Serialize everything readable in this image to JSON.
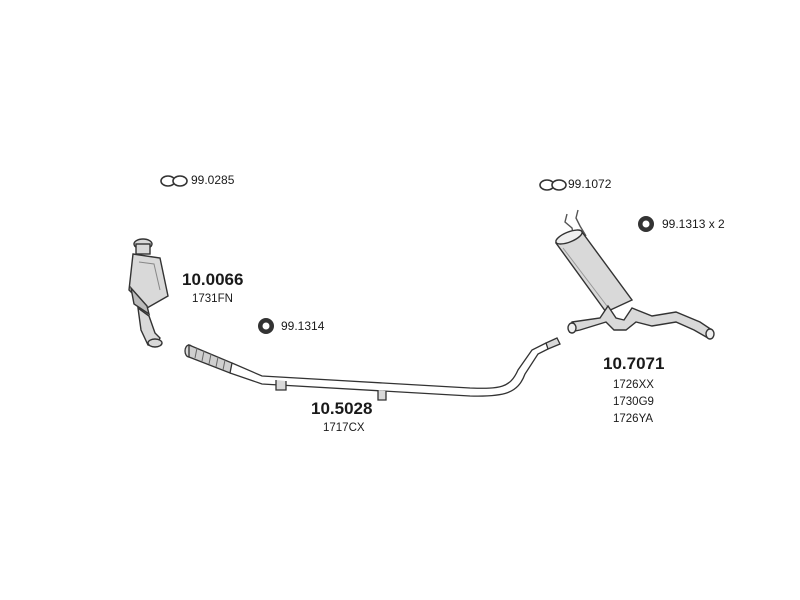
{
  "diagram": {
    "parts": [
      {
        "id": "catalyst",
        "number": "10.0066",
        "refs": [
          "1731FN"
        ]
      },
      {
        "id": "middle-pipe",
        "number": "10.5028",
        "refs": [
          "1717CX"
        ]
      },
      {
        "id": "rear-silencer",
        "number": "10.7071",
        "refs": [
          "1726XX",
          "1730G9",
          "1726YA"
        ]
      }
    ],
    "accessories": [
      {
        "id": "gasket-1",
        "number": "99.0285",
        "icon": "gasket-icon"
      },
      {
        "id": "gasket-2",
        "number": "99.1072",
        "icon": "gasket-icon"
      },
      {
        "id": "rubber-mount-1",
        "number": "99.1314",
        "icon": "rubber-mount-icon"
      },
      {
        "id": "rubber-mount-2",
        "number": "99.1313 x 2",
        "icon": "rubber-mount-icon"
      }
    ],
    "colors": {
      "line": "#333333",
      "fill": "#d9d9d9",
      "dark": "#555555"
    }
  }
}
